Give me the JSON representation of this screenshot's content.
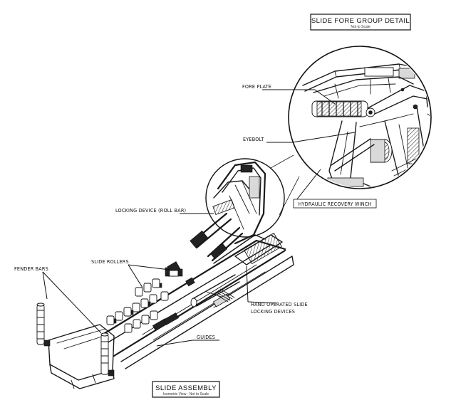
{
  "detail_title": {
    "main": "SLIDE FORE GROUP DETAIL",
    "sub": "Not to Scale"
  },
  "assembly_title": {
    "main": "SLIDE ASSEMBLY",
    "sub": "Isometric View - Not to Scale"
  },
  "labels": {
    "fore_plate": "FORE PLATE",
    "eyebolt": "EYEBOLT",
    "hydraulic_recovery_winch": "HYDRAULIC RECOVERY WINCH",
    "locking_device_roll_bar": "LOCKING DEVICE (ROLL BAR)",
    "slide_rollers": "SLIDE ROLLERS",
    "fender_bars": "FENDER BARS",
    "hand_operated_slide_line1": "HAND OPERATED SLIDE",
    "hand_operated_slide_line2": "LOCKING DEVICES",
    "guides": "GUIDES"
  }
}
